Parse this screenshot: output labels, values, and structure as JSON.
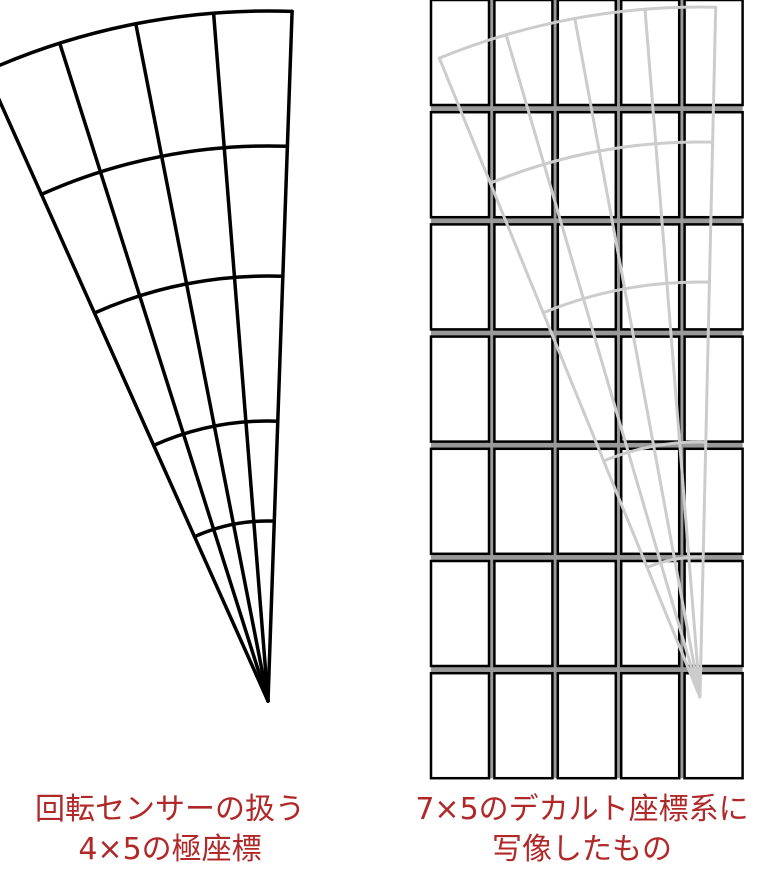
{
  "left_figure": {
    "rings": 5,
    "sectors": 4,
    "caption_line1": "回転センサーの扱う",
    "caption_line2": "4×5の極座標"
  },
  "right_figure": {
    "rows": 7,
    "cols": 5,
    "caption_line1": "7×5のデカルト座標系に",
    "caption_line2": "写像したもの"
  },
  "colors": {
    "caption": "#b02828",
    "stroke": "#000000",
    "grid_background": "#999999",
    "overlay": "#cccccc"
  }
}
